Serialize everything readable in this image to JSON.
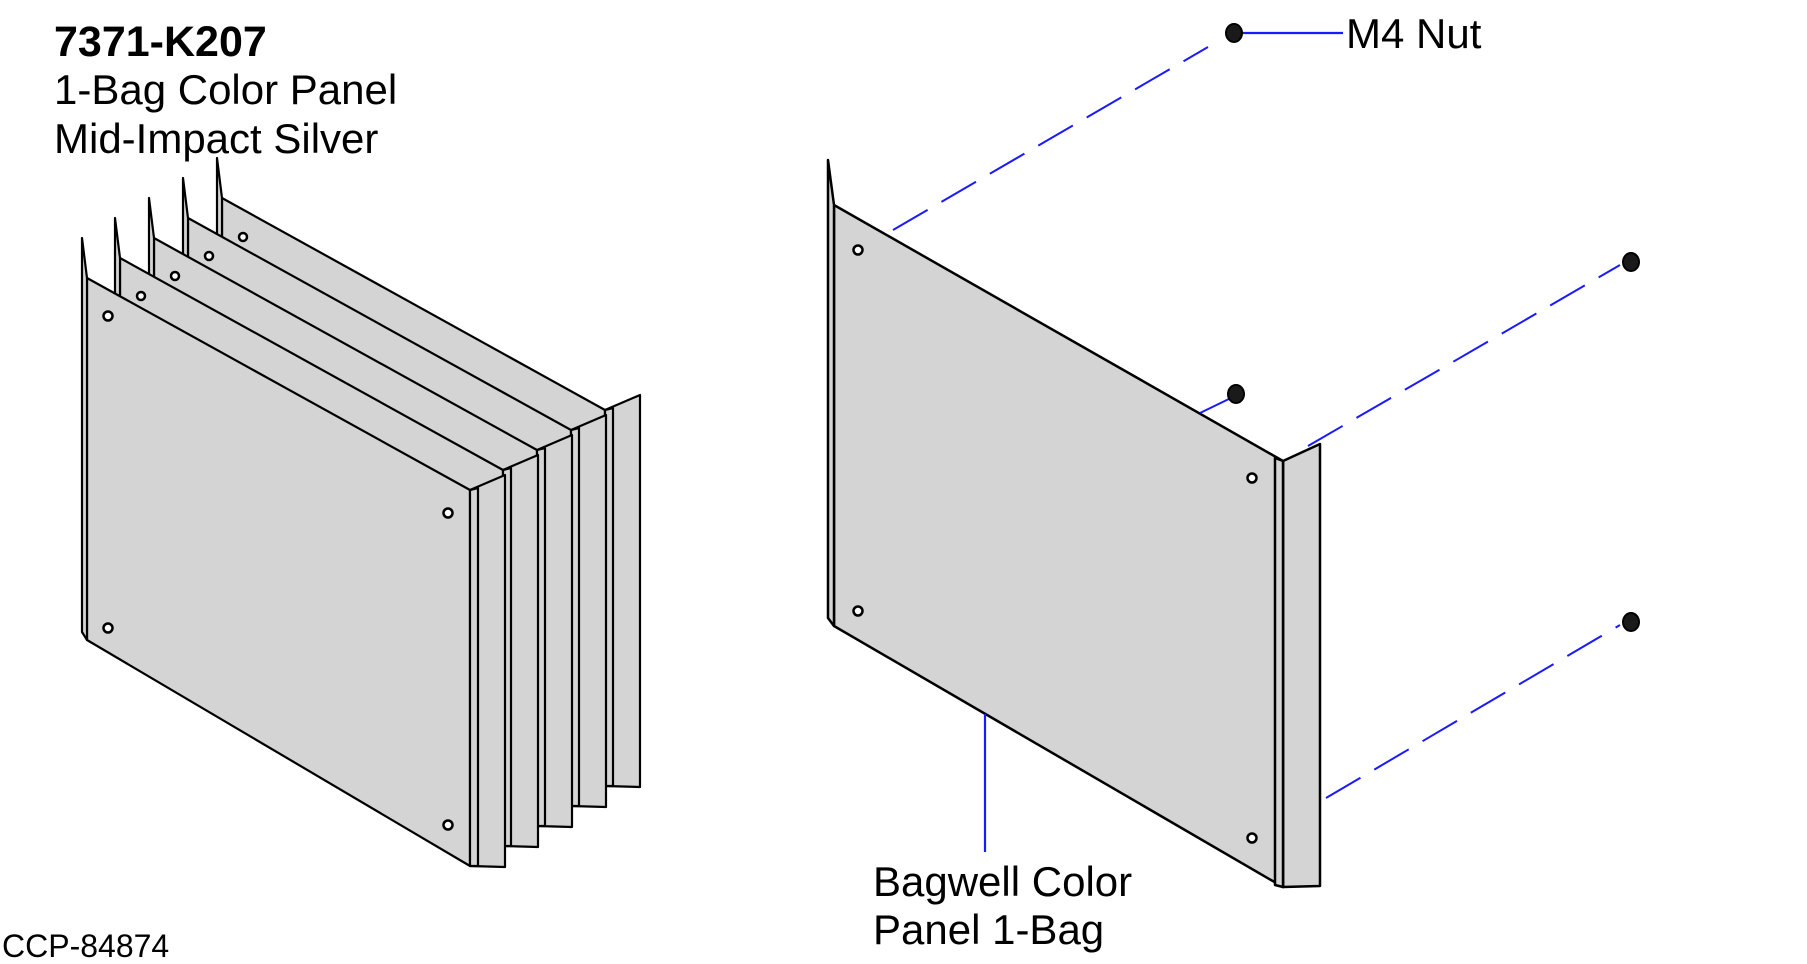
{
  "kit": {
    "part_number": "7371-K207",
    "line1": "1-Bag Color Panel",
    "line2": "Mid-Impact Silver"
  },
  "callouts": {
    "nut": "M4 Nut",
    "panel_line1": "Bagwell Color",
    "panel_line2": "Panel 1-Bag"
  },
  "drawing_id": "CCP-84874",
  "colors": {
    "panel_fill": "#d4d4d4",
    "outline": "#000000",
    "leader": "#1a1aff"
  }
}
